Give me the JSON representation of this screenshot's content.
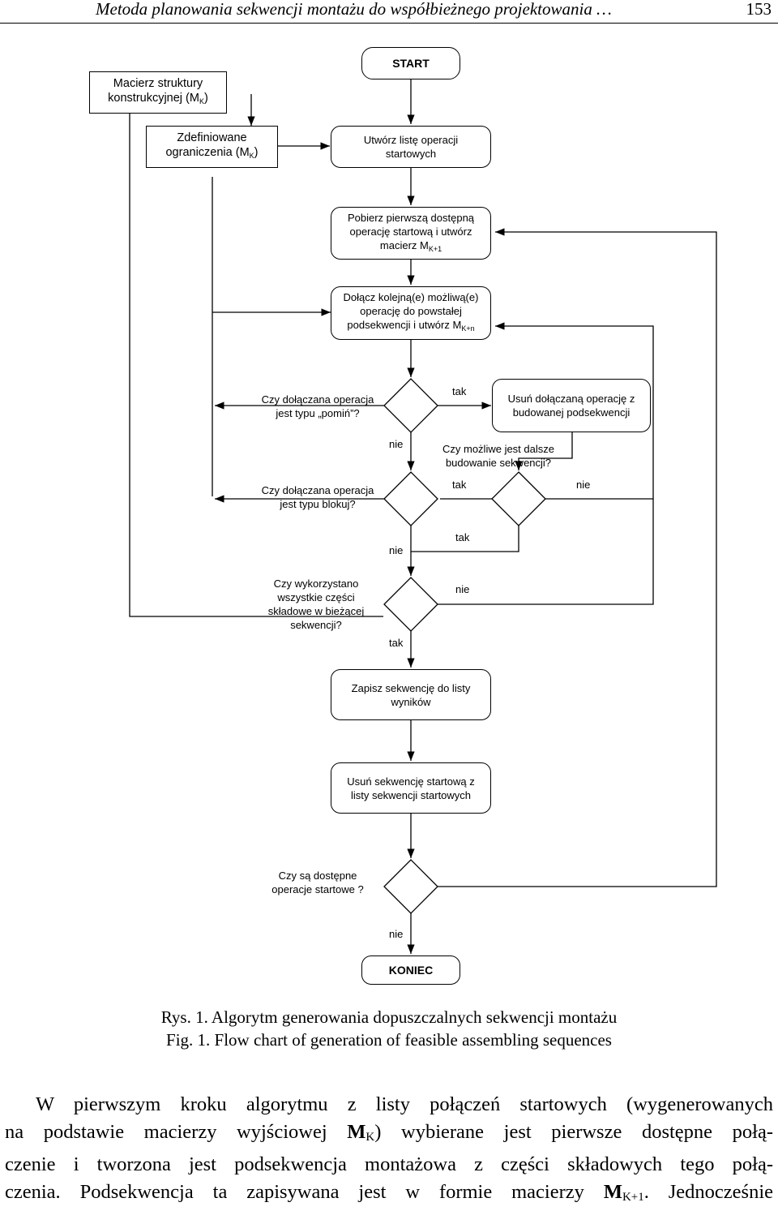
{
  "header": {
    "title": "Metoda planowania sekwencji montażu do współbieżnego projektowania …",
    "page_number": "153"
  },
  "flow": {
    "start": "START",
    "matrix_box": {
      "line1": "Macierz struktury",
      "line2": "konstrukcyjnej (M",
      "sub": "K",
      "close": ")"
    },
    "constraints_box": {
      "line1": "Zdefiniowane",
      "line2": "ograniczenia (M",
      "sub": "K",
      "close": ")"
    },
    "create_list": {
      "line1": "Utwórz listę operacji",
      "line2": "startowych"
    },
    "take_first": {
      "line1": "Pobierz pierwszą dostępną",
      "line2": "operację startową i utwórz",
      "line3": "macierz M",
      "sub": "K+1"
    },
    "attach_next": {
      "line1": "Dołącz kolejną(e) możliwą(e)",
      "line2": "operację do powstałej",
      "line3": "podsekwencji i utwórz M",
      "sub": "K+n"
    },
    "q_skip": {
      "line1": "Czy dołączana operacja",
      "line2": "jest typu „pomiń”?"
    },
    "remove_op": {
      "line1": "Usuń dołączaną operację z",
      "line2": "budowanej podsekwencji"
    },
    "q_possible": {
      "line1": "Czy możliwe jest dalsze",
      "line2": "budowanie sekwencji?"
    },
    "q_block": {
      "line1": "Czy dołączana operacja",
      "line2": "jest typu blokuj?"
    },
    "q_all_parts": {
      "line1": "Czy wykorzystano",
      "line2": "wszystkie części",
      "line3": "składowe w bieżącej",
      "line4": "sekwencji?"
    },
    "save_seq": {
      "line1": "Zapisz sekwencję do listy",
      "line2": "wyników"
    },
    "remove_start": {
      "line1": "Usuń sekwencję startową z",
      "line2": "listy sekwencji startowych"
    },
    "q_available": {
      "line1": "Czy są dostępne",
      "line2": "operacje startowe ?"
    },
    "end": "KONIEC",
    "yes": "tak",
    "no": "nie"
  },
  "caption": {
    "pl": "Rys. 1. Algorytm generowania dopuszczalnych sekwencji montażu",
    "en": "Fig. 1. Flow chart of generation of feasible assembling sequences"
  },
  "paragraph": {
    "l1": "W pierwszym kroku algorytmu z listy połączeń startowych (wygenerowanych",
    "l2a": "na podstawie macierzy wyjściowej ",
    "l2_m": "M",
    "l2_sub": "K",
    "l2b": ") wybierane jest pierwsze dostępne połą-",
    "l3": "czenie i tworzona jest podsekwencja montażowa z części składowych tego połą-",
    "l4a": "czenia. Podsekwencja ta zapisywana jest w formie macierzy ",
    "l4_m": "M",
    "l4_sub": "K+1",
    "l4b": ". Jednocześnie"
  }
}
